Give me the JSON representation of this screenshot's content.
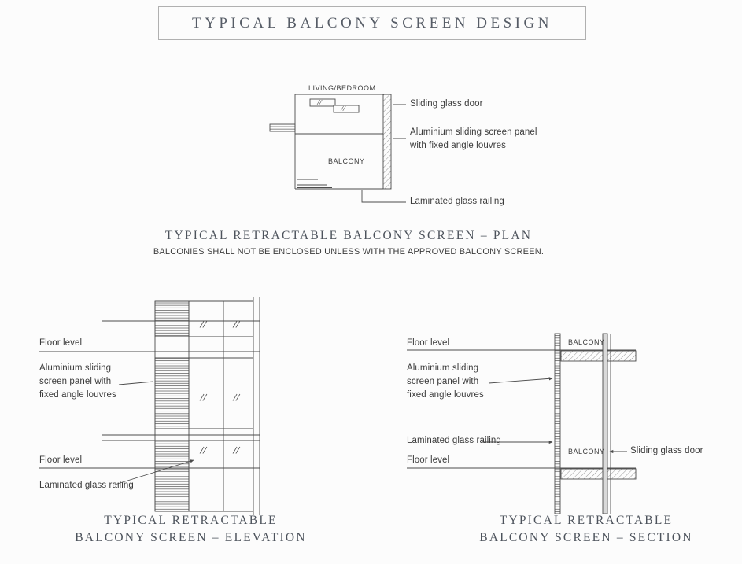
{
  "theme": {
    "page_bg": "#fcfcfc",
    "line_color": "#4b4b4b",
    "heading_color": "#565c66",
    "label_color": "#3b3b3b"
  },
  "header": {
    "title": "TYPICAL BALCONY SCREEN DESIGN"
  },
  "plan": {
    "room_label": "LIVING/BEDROOM",
    "balcony_label": "BALCONY",
    "callouts": {
      "sliding_glass_door": "Sliding glass door",
      "screen_panel": "Aluminium sliding screen panel\nwith fixed angle louvres",
      "glass_railing": "Laminated glass railing"
    },
    "caption": "TYPICAL RETRACTABLE BALCONY SCREEN – PLAN",
    "note": "BALCONIES SHALL NOT BE ENCLOSED UNLESS WITH THE APPROVED BALCONY SCREEN."
  },
  "elevation": {
    "callouts": {
      "floor_level_top": "Floor level",
      "screen_panel": "Aluminium sliding\nscreen panel with\nfixed angle louvres",
      "floor_level_bottom": "Floor level",
      "glass_railing": "Laminated glass railing"
    },
    "caption_line1": "TYPICAL RETRACTABLE",
    "caption_line2": "BALCONY SCREEN – ELEVATION"
  },
  "section": {
    "balcony_label_top": "BALCONY",
    "balcony_label_bottom": "BALCONY",
    "callouts": {
      "floor_level_top": "Floor level",
      "screen_panel": "Aluminium sliding\nscreen panel with\nfixed angle louvres",
      "glass_railing": "Laminated glass railing",
      "floor_level_bottom": "Floor level",
      "sliding_glass_door": "Sliding glass door"
    },
    "caption_line1": "TYPICAL RETRACTABLE",
    "caption_line2": "BALCONY SCREEN – SECTION"
  }
}
